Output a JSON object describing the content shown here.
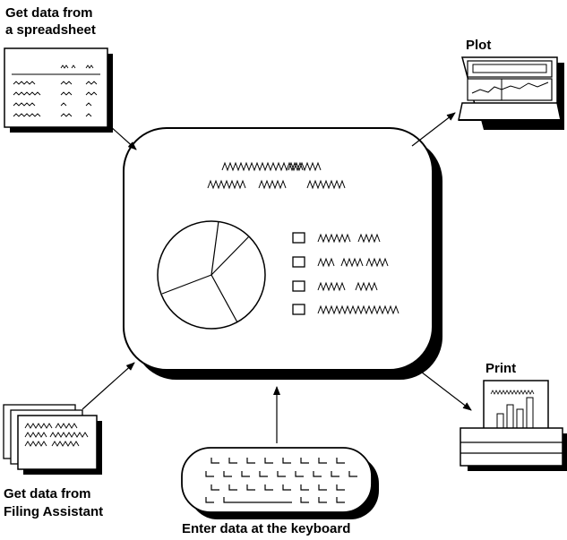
{
  "labels": {
    "spreadsheet_line1": "Get data from",
    "spreadsheet_line2": "a spreadsheet",
    "plot": "Plot",
    "print": "Print",
    "filing_line1": "Get data from",
    "filing_line2": "Filing Assistant",
    "keyboard": "Enter data at the keyboard"
  },
  "colors": {
    "ink": "#000000",
    "paper": "#ffffff"
  },
  "icons": [
    "spreadsheet-icon",
    "plotter-icon",
    "printer-icon",
    "filing-cards-icon",
    "keyboard-icon",
    "screen-display-icon"
  ]
}
